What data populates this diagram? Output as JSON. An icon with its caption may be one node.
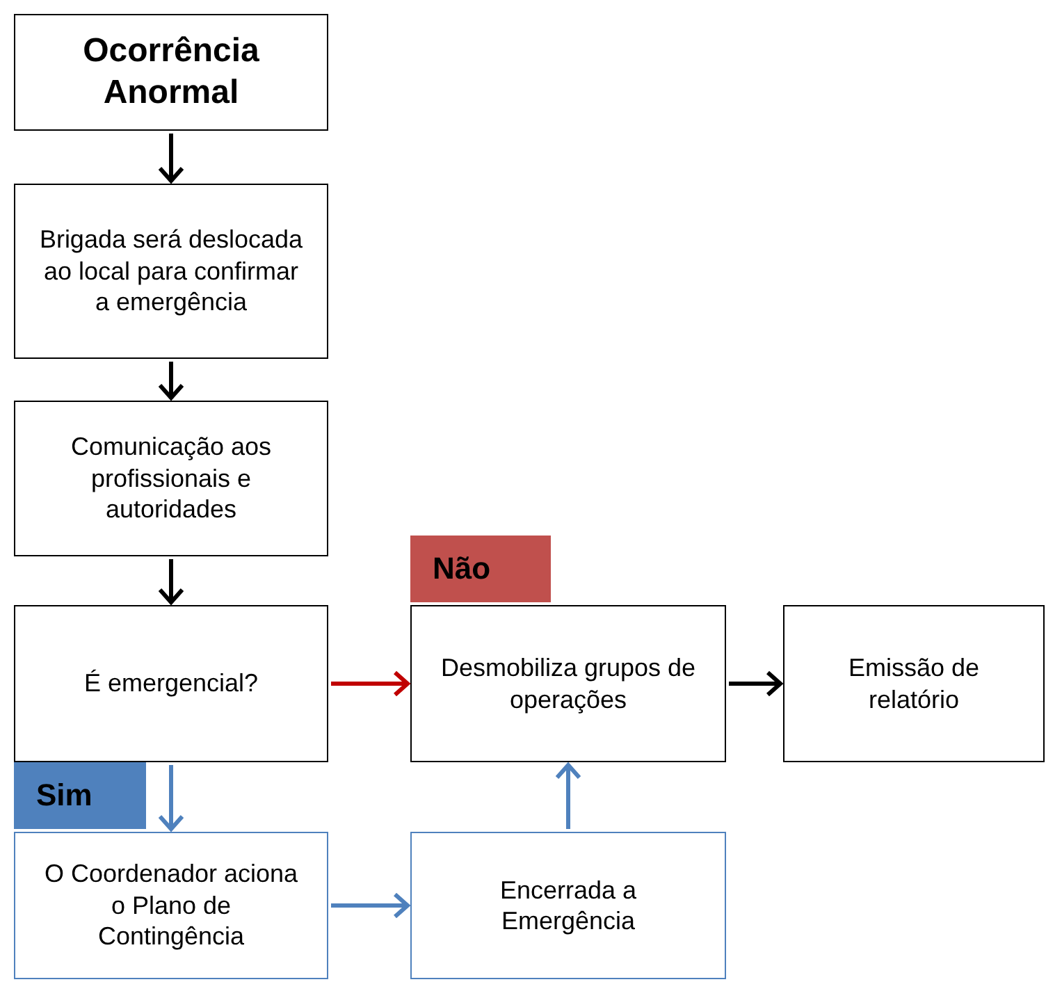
{
  "diagram": {
    "nodes": [
      {
        "text": [
          "Ocorrência Anormal"
        ]
      },
      {
        "text": [
          "Brigada será deslocada ao local para confirmar a emergência"
        ]
      },
      {
        "text": [
          "Comunicação aos profissionais e autoridades"
        ]
      },
      {
        "text": [
          "É emergencial?"
        ]
      },
      {
        "text": [
          "Não"
        ]
      },
      {
        "text": [
          "Desmobiliza grupos de operações"
        ]
      },
      {
        "text": [
          "Emissão de relatório"
        ]
      },
      {
        "text": [
          "Sim"
        ]
      },
      {
        "text": [
          "O Coordenador aciona o Plano de Contingência"
        ]
      },
      {
        "text": [
          "Encerrada a Emergência"
        ]
      }
    ],
    "edges": [
      {
        "from": 0,
        "to": 1,
        "arrow": "to"
      },
      {
        "from": 1,
        "to": 2,
        "arrow": "to"
      },
      {
        "from": 2,
        "to": 3,
        "arrow": "to"
      },
      {
        "from": 3,
        "to": 5,
        "arrow": "to",
        "color": "#c00000"
      },
      {
        "from": 5,
        "to": 6,
        "arrow": "to"
      },
      {
        "from": 3,
        "to": 8,
        "arrow": "to",
        "color": "#4f81bd"
      },
      {
        "from": 8,
        "to": 9,
        "arrow": "to",
        "color": "#4f81bd"
      },
      {
        "from": 9,
        "to": 5,
        "arrow": "to",
        "color": "#4f81bd"
      }
    ]
  }
}
